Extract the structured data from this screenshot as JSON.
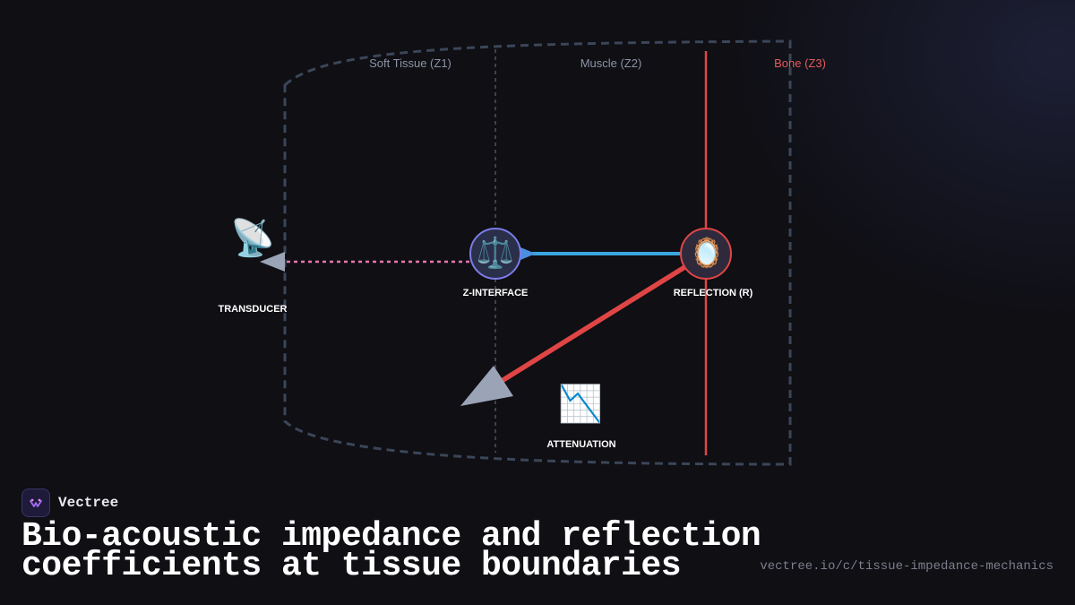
{
  "zones": [
    {
      "label": "Soft Tissue (Z1)"
    },
    {
      "label": "Muscle (Z2)"
    },
    {
      "label": "Bone (Z3)"
    }
  ],
  "nodes": {
    "transducer": {
      "label": "TRANSDUCER",
      "icon": "satellite-dish-icon",
      "glyph": "📡"
    },
    "z_interface": {
      "label": "Z-INTERFACE",
      "icon": "balance-scale-icon",
      "glyph": "⚖️"
    },
    "reflection": {
      "label": "REFLECTION (R)",
      "icon": "mirror-icon",
      "glyph": "🪞"
    },
    "attenuation": {
      "label": "ATTENUATION",
      "icon": "chart-decreasing-icon",
      "glyph": "📉"
    }
  },
  "colors": {
    "background": "#0f0f14",
    "boundary": "#3b4658",
    "incident_beam": "#3aa6e0",
    "reflected_beam": "#e04545",
    "return_echo": "#e876b0",
    "bone_line": "#e04545",
    "arrowhead": "#9aa4b6"
  },
  "brand": {
    "name": "Vectree"
  },
  "title": "Bio-acoustic impedance and reflection coefficients at tissue boundaries",
  "url": "vectree.io/c/tissue-impedance-mechanics"
}
